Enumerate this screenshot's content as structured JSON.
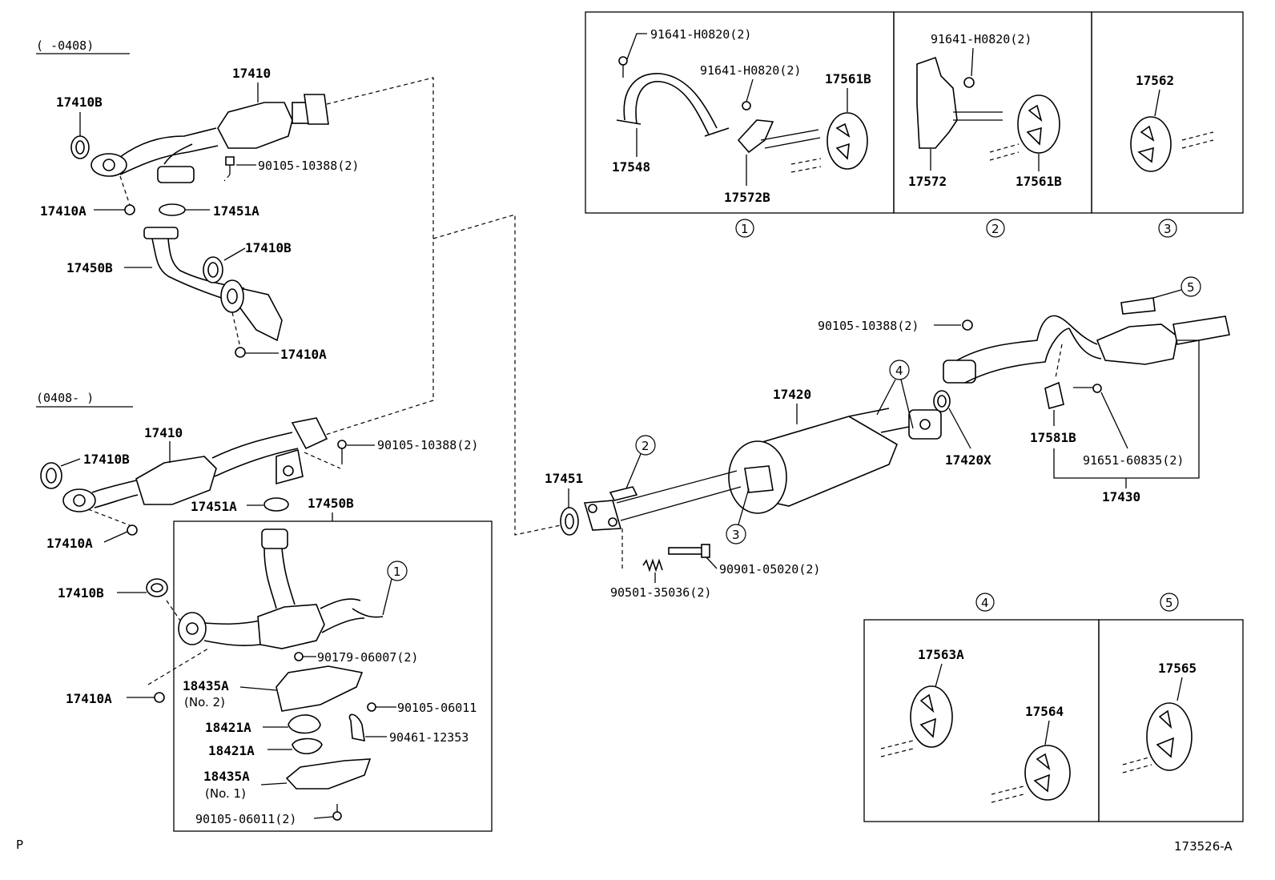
{
  "ranges": {
    "early": "(     -0408)",
    "late": "(0408-     )"
  },
  "labels": {
    "p17410_top": "17410",
    "p17410B_a": "17410B",
    "p17410A_a": "17410A",
    "p17451A_a": "17451A",
    "p90105_10388_a": "90105-10388(2)",
    "p17450B_a": "17450B",
    "p17410B_b": "17410B",
    "p17410A_b": "17410A",
    "p17410_mid": "17410",
    "p17410B_c": "17410B",
    "p90105_10388_b": "90105-10388(2)",
    "p17451A_b": "17451A",
    "p17450B_b": "17450B",
    "p17410A_c": "17410A",
    "p17410B_d": "17410B",
    "p17410A_d": "17410A",
    "p90179": "90179-06007(2)",
    "p18435A_2": "18435A",
    "no2": "(No. 2)",
    "p90105_06011_a": "90105-06011",
    "p18421A_a": "18421A",
    "p18421A_b": "18421A",
    "p90461": "90461-12353",
    "p18435A_1": "18435A",
    "no1": "(No. 1)",
    "p90105_06011_b": "90105-06011(2)",
    "b1_91641_a": "91641-H0820(2)",
    "b1_91641_b": "91641-H0820(2)",
    "b1_17561B": "17561B",
    "b1_17548": "17548",
    "b1_17572B": "17572B",
    "b2_91641": "91641-H0820(2)",
    "b2_17572": "17572",
    "b2_17561B": "17561B",
    "b3_17562": "17562",
    "c1": "1",
    "c2": "2",
    "c3": "3",
    "c4": "4",
    "c5": "5",
    "m_90105": "90105-10388(2)",
    "m_17420": "17420",
    "m_17451": "17451",
    "m_17420X": "17420X",
    "m_17581B": "17581B",
    "m_91651": "91651-60835(2)",
    "m_17430": "17430",
    "m_90901": "90901-05020(2)",
    "m_90501": "90501-35036(2)",
    "b4_17563A": "17563A",
    "b4_17564": "17564",
    "b5_17565": "17565",
    "corner_p": "P",
    "diagram_id": "173526-A"
  }
}
